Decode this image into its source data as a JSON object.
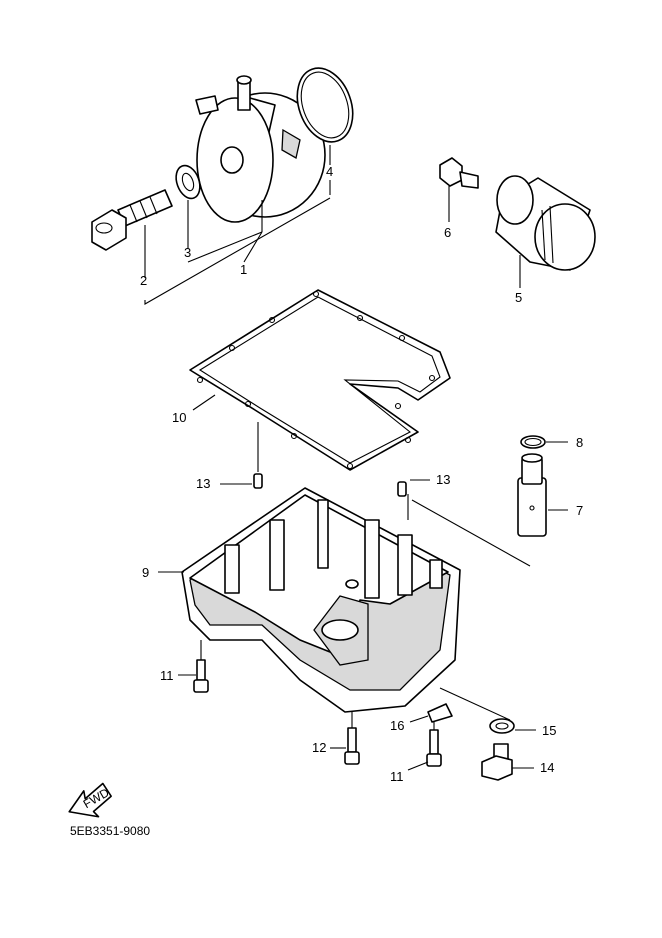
{
  "diagram": {
    "part_code": "5EB3351-9080",
    "fwd_label": "FWD",
    "callouts": {
      "c1": "1",
      "c2": "2",
      "c3": "3",
      "c4": "4",
      "c5": "5",
      "c6": "6",
      "c7": "7",
      "c8": "8",
      "c9": "9",
      "c10": "10",
      "c11a": "11",
      "c11b": "11",
      "c12": "12",
      "c13a": "13",
      "c13b": "13",
      "c14": "14",
      "c15": "15",
      "c16": "16"
    }
  }
}
